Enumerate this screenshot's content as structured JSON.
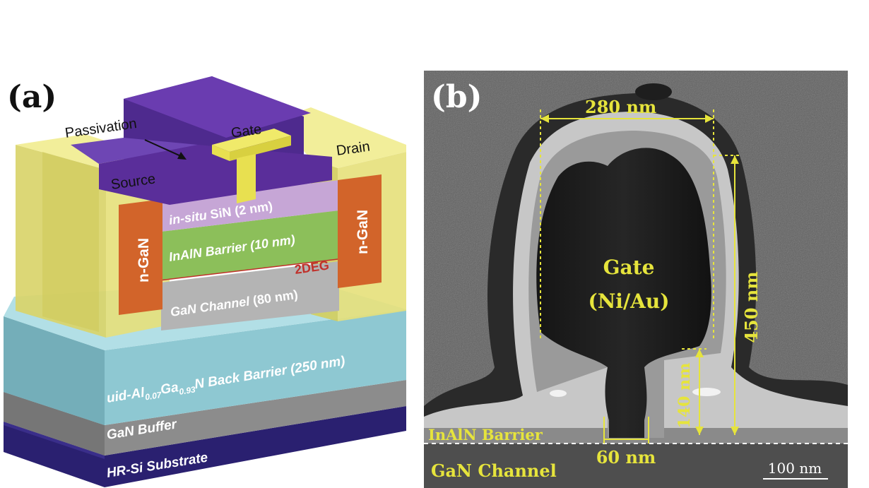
{
  "panel_a": {
    "label": "(a)",
    "passivation": "Passivation",
    "gate": "Gate",
    "source": "Source",
    "drain": "Drain",
    "ngan_left": "n-GaN",
    "ngan_right": "n-GaN",
    "sin_italic": "in-situ",
    "sin_rest": " SiN (2 nm)",
    "barrier": "InAlN Barrier (10 nm)",
    "twodeg": "2DEG",
    "channel_italic": "GaN Channel",
    "channel_rest": " (80 nm)",
    "backbarrier_pre": "uid-Al",
    "backbarrier_sub1": "0.07",
    "backbarrier_mid": "Ga",
    "backbarrier_sub2": "0.93",
    "backbarrier_post": "N Back Barrier (250 nm)",
    "buffer": "GaN Buffer",
    "substrate": "HR-Si Substrate"
  },
  "panel_b": {
    "label": "(b)",
    "width_top": "280 nm",
    "gate_line1": "Gate",
    "gate_line2": "(Ni/Au)",
    "height_total": "450 nm",
    "height_stem": "140 nm",
    "barrier": "InAlN Barrier",
    "channel": "GaN Channel",
    "foot_width": "60 nm",
    "scale_bar": "100 nm"
  },
  "colors": {
    "substrate": "#2a2070",
    "buffer": "#8c8c8c",
    "backbarrier": "#8ec8d2",
    "channel": "#b4b4b4",
    "barrier": "#8cbf5a",
    "sin": "#c6a6d6",
    "ngan": "#d2642a",
    "contact": "#e6e07a",
    "passivation": "#5a2e9a",
    "gate": "#e8e050",
    "tem_bg": "#5e5e5e",
    "annotation": "#e6e43c"
  }
}
